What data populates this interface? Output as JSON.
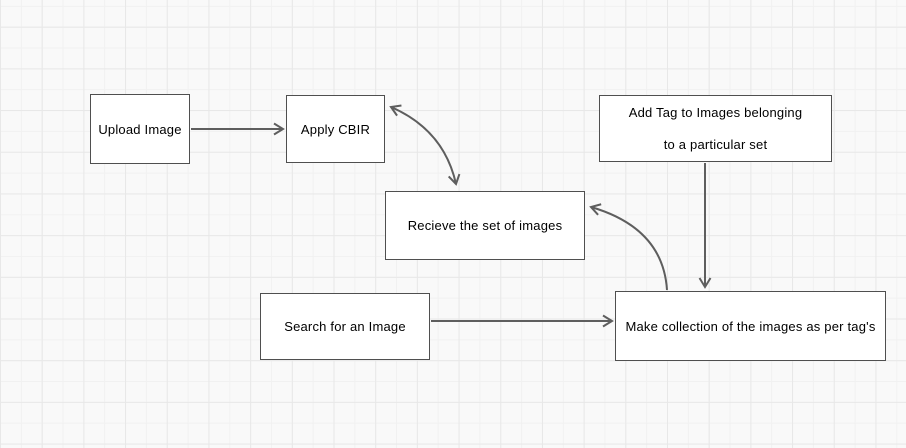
{
  "diagram": {
    "nodes": {
      "upload_image": {
        "label": "Upload Image"
      },
      "apply_cbir": {
        "label": "Apply CBIR"
      },
      "add_tag": {
        "lines": [
          "Add Tag to Images belonging",
          "to a particular set"
        ]
      },
      "receive_set": {
        "label": "Recieve the set of images"
      },
      "search_image": {
        "label": "Search for an Image"
      },
      "make_collection": {
        "label": "Make collection of the images as per tag's"
      }
    },
    "edges": [
      {
        "from": "upload_image",
        "to": "apply_cbir",
        "style": "straight",
        "bidirectional": false
      },
      {
        "from": "apply_cbir",
        "to": "receive_set",
        "style": "curved",
        "bidirectional": true
      },
      {
        "from": "search_image",
        "to": "make_collection",
        "style": "straight",
        "bidirectional": false
      },
      {
        "from": "add_tag",
        "to": "make_collection",
        "style": "straight",
        "bidirectional": false
      },
      {
        "from": "make_collection",
        "to": "receive_set",
        "style": "curved",
        "bidirectional": false
      }
    ],
    "colors": {
      "canvas_bg": "#f9f9f9",
      "grid_minor": "#f1f1f1",
      "grid_major": "#e8e8e8",
      "node_fill": "#ffffff",
      "node_border": "#4f4f4f",
      "arrow_color": "#5e5e5e",
      "text_color": "#000000"
    }
  }
}
